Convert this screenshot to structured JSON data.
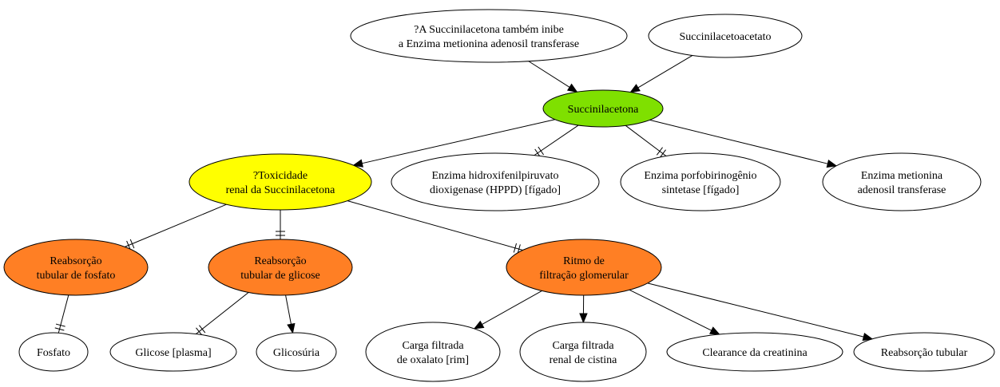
{
  "colors": {
    "green": "#7fe000",
    "yellow": "#ffff00",
    "orange": "#ff7f24",
    "white": "#ffffff"
  },
  "nodes": {
    "inhibit_note": [
      "?A Succinilacetona também inibe",
      "a Enzima metionina adenosil transferase"
    ],
    "succinilacetoacetato": [
      "Succinilacetoacetato"
    ],
    "succinilacetona": [
      "Succinilacetona"
    ],
    "toxicidade": [
      "?Toxicidade",
      "renal da Succinilacetona"
    ],
    "hppd": [
      "Enzima hidroxifenilpiruvato",
      "dioxigenase (HPPD) [fígado]"
    ],
    "porfobirinogenio": [
      "Enzima porfobirinogênio",
      "sintetase [fígado]"
    ],
    "metionina": [
      "Enzima metionina",
      "adenosil transferase"
    ],
    "reab_fosfato": [
      "Reabsorção",
      "tubular de fosfato"
    ],
    "reab_glicose": [
      "Reabsorção",
      "tubular de glicose"
    ],
    "ritmo": [
      "Ritmo de",
      "filtração glomerular"
    ],
    "fosfato": [
      "Fosfato"
    ],
    "glicose_plasma": [
      "Glicose [plasma]"
    ],
    "glicosuria": [
      "Glicosúria"
    ],
    "carga_oxalato": [
      "Carga filtrada",
      "de oxalato [rim]"
    ],
    "carga_cistina": [
      "Carga filtrada",
      "renal de cistina"
    ],
    "clearance": [
      "Clearance da creatinina"
    ],
    "reab_tubular": [
      "Reabsorção tubular"
    ]
  }
}
